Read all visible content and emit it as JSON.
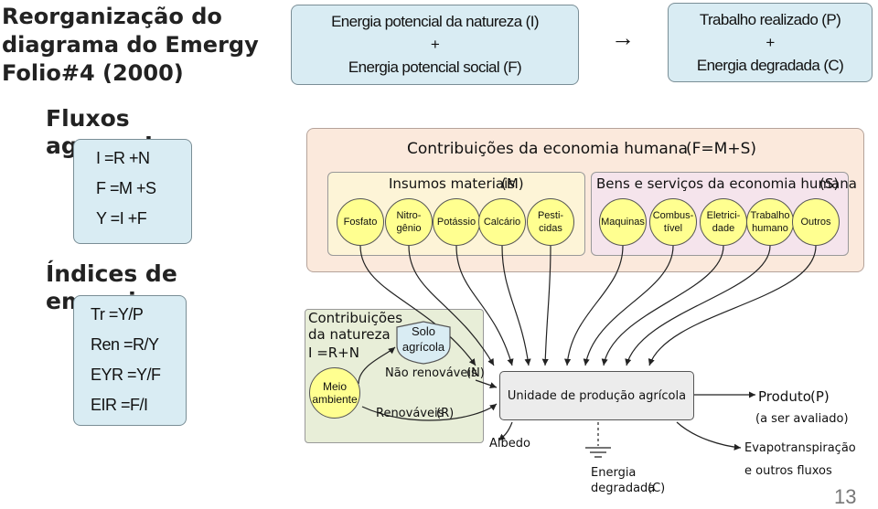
{
  "title": "Reorganização do diagrama do Emergy Folio#4 (2000)",
  "fluxos": {
    "heading": "Fluxos agregados",
    "eq1": "I =R +N",
    "eq2": "F =M +S",
    "eq3": "Y =I +F"
  },
  "indices": {
    "heading": "Índices de emergia",
    "eq1": "Tr =Y/P",
    "eq2": "Ren =R/Y",
    "eq3": "EYR =Y/F",
    "eq4": "EIR =F/I"
  },
  "top_left": {
    "line1": "Energia potencial da natureza (I)",
    "plus": "+",
    "line2": "Energia potencial social (F)"
  },
  "arrow": "→",
  "top_right": {
    "line1": "Trabalho realizado (P)",
    "plus": "+",
    "line2": "Energia degradada (C)"
  },
  "economy": {
    "title": "Contribuições da economia humana",
    "title_code": "(F=M+S)",
    "materials": {
      "label": "Insumos materiais",
      "code": "(M)",
      "items": [
        "Fosfato",
        "Nitro-\ngênio",
        "Potássio",
        "Calcário",
        "Pesti-\ncidas"
      ]
    },
    "services": {
      "label": "Bens e serviços da economia humana",
      "code": "(S)",
      "items": [
        "Maquinas",
        "Combus-\ntível",
        "Eletrici-\ndade",
        "Trabalho\nhumano",
        "Outros"
      ]
    }
  },
  "nature": {
    "title": "Contribuições da natureza",
    "formula": "I =R+N",
    "meio": "Meio\nambiente",
    "solo": "Solo\nagrícola",
    "nonrenew": "Não renováveis",
    "nonrenew_code": "(N)",
    "renew": "Renováveis",
    "renew_code": "(R)"
  },
  "unit_label": "Unidade de produção agrícola",
  "product": {
    "label": "Produto",
    "code": "(P)",
    "note": "(a ser avaliado)"
  },
  "albedo": "Albedo",
  "degraded": {
    "line1": "Energia",
    "line2": "degradada",
    "code": "(C)"
  },
  "evapo": {
    "line1": "Evapotranspiração",
    "line2": "e outros fluxos"
  },
  "page_number": "13",
  "colors": {
    "blue_box": "#d9ecf3",
    "economy_box": "#fbe9dc",
    "materials_box": "#fdf4d7",
    "services_box": "#f5e4ec",
    "nature_box": "#e8eed8",
    "node_fill": "#ffff90"
  }
}
